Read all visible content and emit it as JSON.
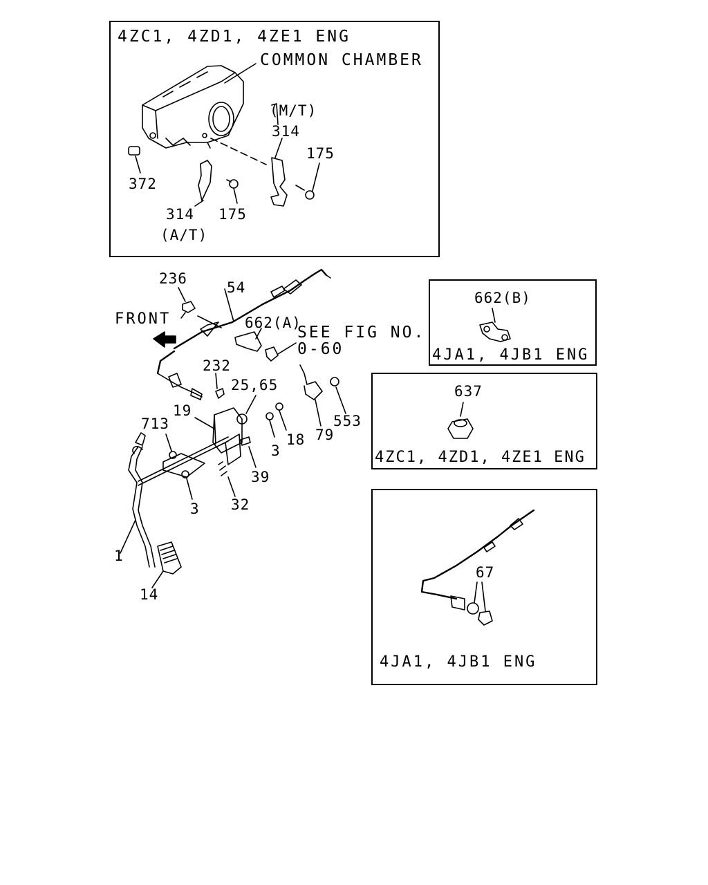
{
  "panels": {
    "common_chamber": {
      "title": "4ZC1, 4ZD1, 4ZE1 ENG",
      "caption": "COMMON CHAMBER",
      "mt": "(M/T)",
      "at": "(A/T)",
      "parts": [
        "314",
        "175",
        "372",
        "314",
        "175"
      ]
    },
    "eng_4ja1_top": {
      "part": "662(B)",
      "title": "4JA1, 4JB1 ENG"
    },
    "eng_4zc1": {
      "part": "637",
      "title": "4ZC1, 4ZD1, 4ZE1 ENG"
    },
    "eng_4ja1_cable": {
      "part": "67",
      "title": "4JA1, 4JB1 ENG"
    }
  },
  "main": {
    "front_label": "FRONT",
    "see_fig": "SEE FIG NO.",
    "see_fig_no": "0-60",
    "callouts": {
      "p236": "236",
      "p54": "54",
      "p662a": "662(A)",
      "p232": "232",
      "p2565": "25,65",
      "p19": "19",
      "p713": "713",
      "p3a": "3",
      "p18": "18",
      "p79": "79",
      "p553": "553",
      "p39": "39",
      "p32": "32",
      "p3b": "3",
      "p1": "1",
      "p14": "14"
    }
  }
}
